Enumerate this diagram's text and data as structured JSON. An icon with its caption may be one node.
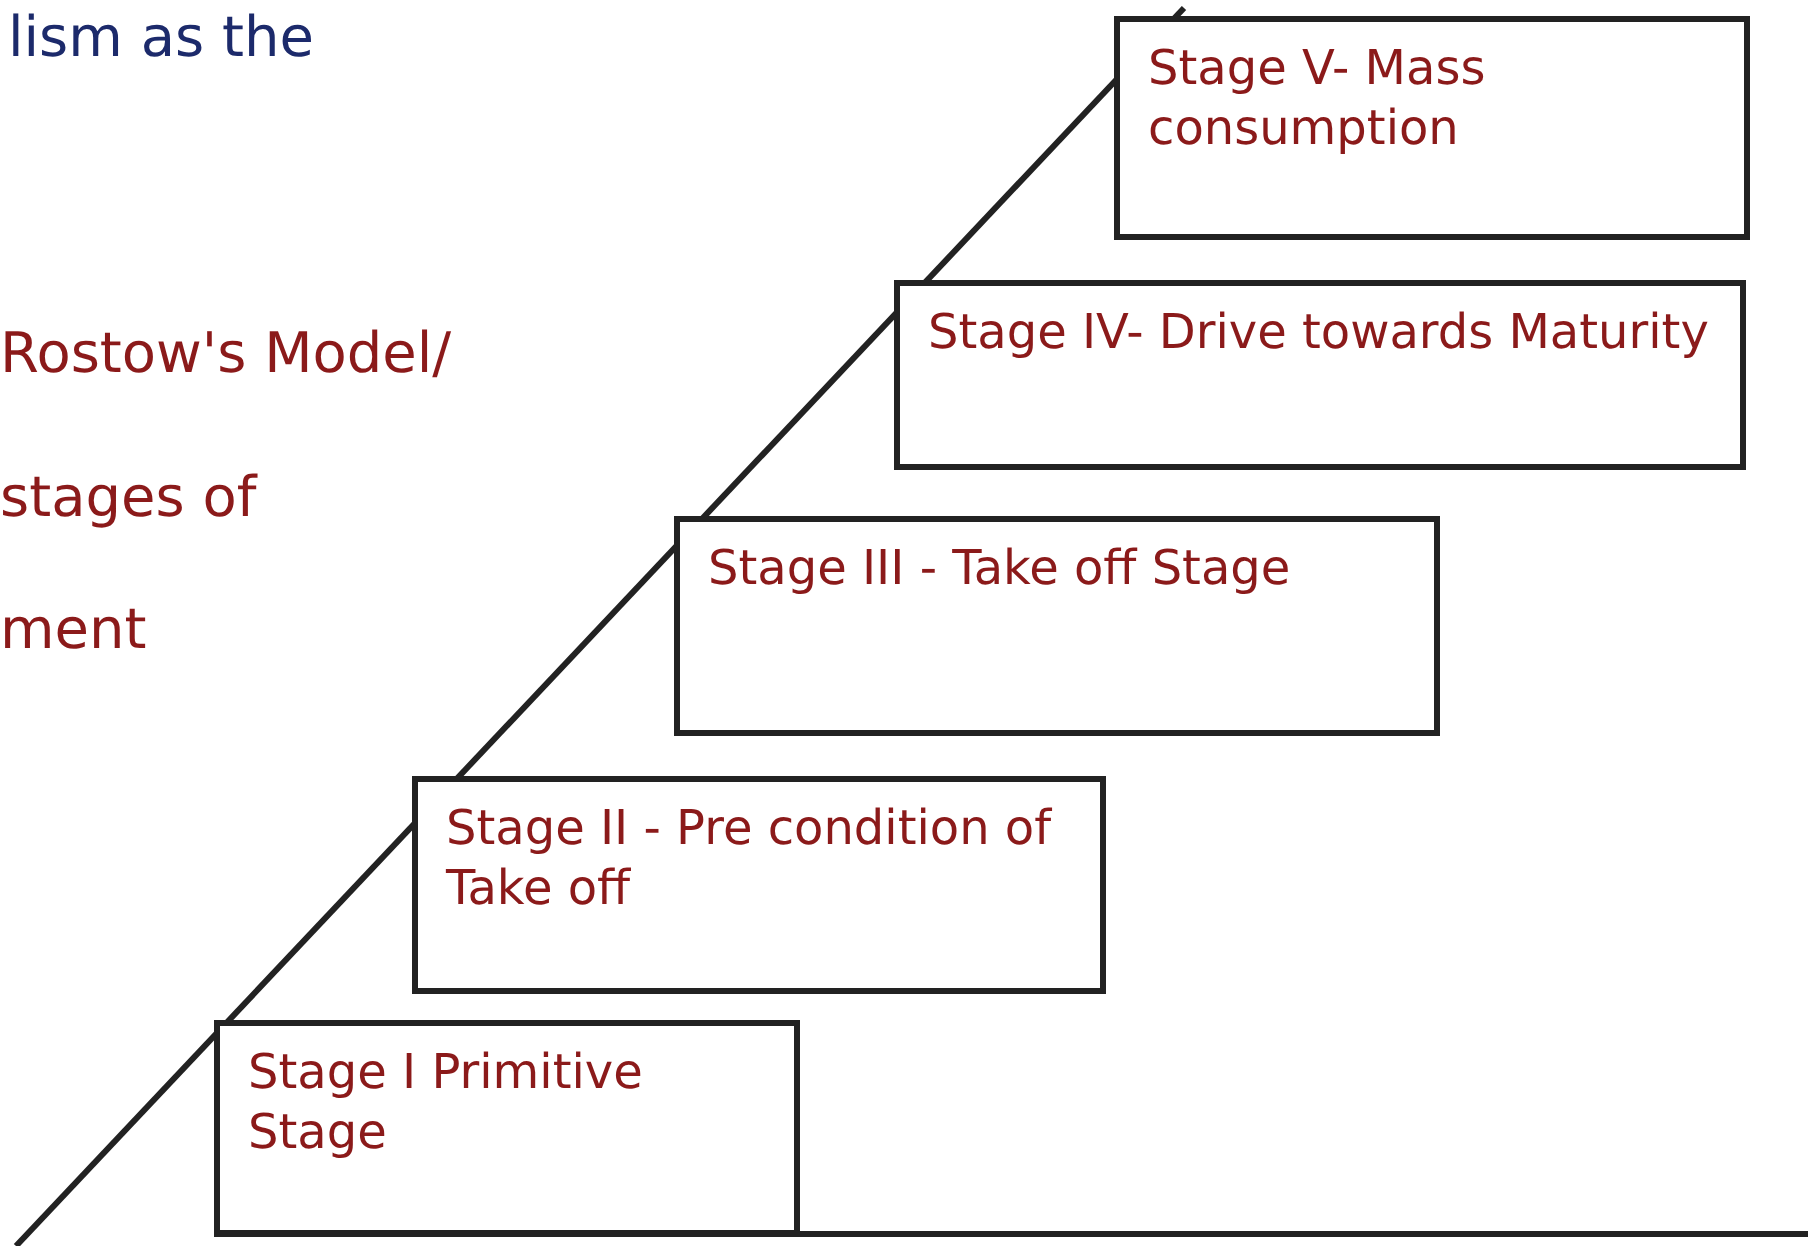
{
  "diagram": {
    "nodes": [
      {
        "text": [
          "Stage V- Mass consumption"
        ]
      },
      {
        "text": [
          "Stage IV- Drive towards Maturity"
        ]
      },
      {
        "text": [
          "Stage III - Take off Stage"
        ]
      },
      {
        "text": [
          "Stage II - Pre condition of Take off"
        ]
      },
      {
        "text": [
          "Stage I Primitive Stage"
        ]
      }
    ],
    "edges": [],
    "labels": [
      "lism as the",
      "Rostow's Model/",
      "stages of",
      "ment"
    ]
  }
}
